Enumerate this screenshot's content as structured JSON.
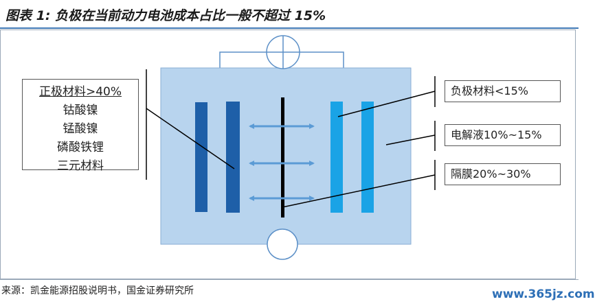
{
  "title": "图表 1: 负极在当前动力电池成本占比一般不超过 15%",
  "source": "来源：凯金能源招股说明书，国金证券研究所",
  "watermark": "www.365jz.com",
  "labels": {
    "positive": {
      "heading": "正极材料>40%",
      "items": [
        "钴酸镍",
        "锰酸镍",
        "磷酸铁锂",
        "三元材料"
      ]
    },
    "negative": "负极材料<15%",
    "electrolyte": "电解液10%~15%",
    "separator": "隔膜20%~30%"
  },
  "colors": {
    "title_rule": "#3f78b5",
    "cell_fill": "#b8d4ee",
    "positive_electrode": "#1e5fa8",
    "negative_electrode": "#1aa3e6",
    "arrow": "#5b9bd5"
  }
}
